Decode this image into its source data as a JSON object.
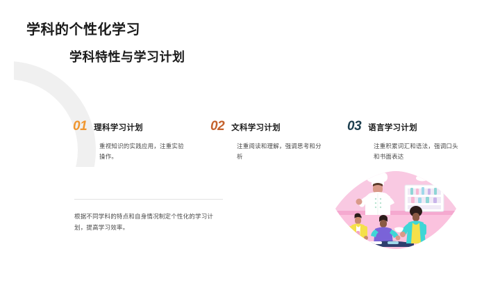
{
  "slide": {
    "title": "学科的个性化学习",
    "subtitle": "学科特性与学习计划",
    "background_color": "#ffffff",
    "arc_color": "#f0f0f0"
  },
  "columns": [
    {
      "number": "01",
      "number_color": "#f0962f",
      "title": "理科学习计划",
      "body": "重视知识的实践应用，注重实验操作。"
    },
    {
      "number": "02",
      "number_color": "#c4622d",
      "title": "文科学习计划",
      "body": "注重阅读和理解，强调思考和分析"
    },
    {
      "number": "03",
      "number_color": "#1d3f4f",
      "title": "语言学习计划",
      "body": "注重积累词汇和语法，强调口头和书面表达"
    }
  ],
  "summary": {
    "text": "根据不同学科的特点和自身情况制定个性化的学习计划，提高学习效率。"
  },
  "illustration": {
    "name": "cooking-class-illustration",
    "palette": {
      "leaf_light": "#fbd9ea",
      "leaf_mid": "#f6bedd",
      "wall": "#fbd0e4",
      "counter": "#f6a8cf",
      "chef_white": "#ffffff",
      "board": "#ffffff",
      "kid_yellow": "#f5e04a",
      "kid_teal": "#3fd6d6",
      "kid_purple": "#7a63d8",
      "skin_light": "#f3bba0",
      "skin_dark": "#5a3a2a",
      "hair_dark": "#2b1d1a"
    }
  }
}
